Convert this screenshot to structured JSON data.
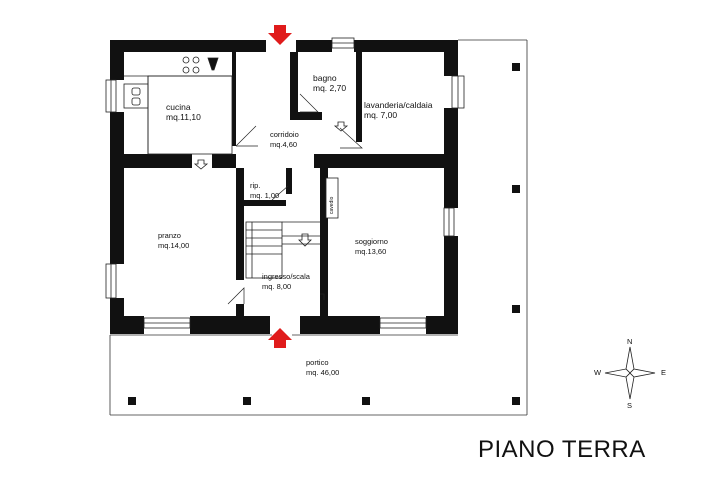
{
  "plan": {
    "title": "PIANO TERRA",
    "rooms": [
      {
        "id": "cucina",
        "name": "cucina",
        "area": "mq.11,10"
      },
      {
        "id": "bagno",
        "name": "bagno",
        "area": "mq. 2,70"
      },
      {
        "id": "lavanderia",
        "name": "lavanderia/caldaia",
        "area": "mq. 7,00"
      },
      {
        "id": "corridoio",
        "name": "corridoio",
        "area": "mq.4,60"
      },
      {
        "id": "rip",
        "name": "rip.",
        "area": "mq. 1,00"
      },
      {
        "id": "pranzo",
        "name": "pranzo",
        "area": "mq.14,00"
      },
      {
        "id": "soggiorno",
        "name": "soggiorno",
        "area": "mq.13,60"
      },
      {
        "id": "ingresso",
        "name": "ingresso/scala",
        "area": "mq. 8,00"
      },
      {
        "id": "portico",
        "name": "portico",
        "area": "mq. 46,00"
      }
    ],
    "cavedio_label": "cavedio",
    "compass": {
      "n": "N",
      "s": "S",
      "e": "E",
      "w": "W"
    },
    "colors": {
      "wall": "#111111",
      "arrow": "#e01b1b",
      "line": "#222222"
    }
  }
}
